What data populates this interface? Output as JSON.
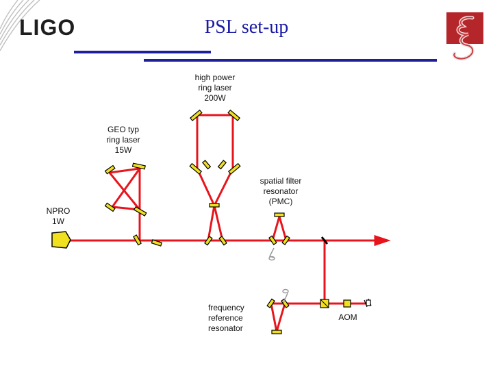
{
  "header": {
    "title": "PSL set-up",
    "logo_text": "LIGO"
  },
  "labels": {
    "high_power": "high power\nring laser\n200W",
    "geo": "GEO typ\nring laser\n15W",
    "npro": "NPRO\n1W",
    "pmc": "spatial filter\nresonator\n(PMC)",
    "freq_ref": "frequency\nreference\nresonator",
    "aom": "AOM"
  },
  "colors": {
    "beam": "#e8141c",
    "mirror": "#f0e020",
    "title": "#1a1aa6",
    "rule": "#1f1f9c",
    "emblem": "#b5262a"
  }
}
